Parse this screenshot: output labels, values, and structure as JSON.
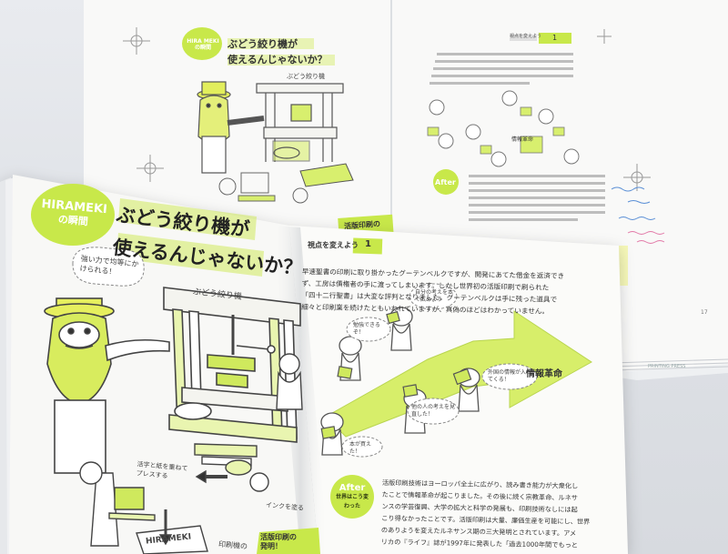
{
  "photo": {
    "description_free": true
  },
  "colors": {
    "lime": "#c8e84a",
    "lime_dark": "#9fc43a",
    "arrow_lime": "#d7ee6a",
    "ink": "#333333",
    "paper": "#f7f7f4",
    "table": "#dfe2e7"
  },
  "back_page": {
    "badge": "HIRA MEKI の瞬間",
    "title_line1": "ぶどう絞り機が",
    "title_line2": "使えるんじゃないか？",
    "machine_label": "ぶどう絞り機",
    "side_badge": "活版印刷の",
    "right_heading": "視点を変えよう",
    "right_heading_num": "1",
    "after_badge": "After",
    "revolution_label": "情報革命",
    "page_num": "17",
    "footer": "PRINTING PRESS"
  },
  "front_page_left": {
    "badge_line1": "HIRAMEKI",
    "badge_line2": "の瞬間",
    "title_line1": "ぶどう絞り機が",
    "title_line2": "使えるんじゃないか？",
    "speech_bubble": "強い力で均等にかけられる！",
    "machine_label": "ぶどう絞り機",
    "press_caption": "活字と紙を重ねてプレスする",
    "ink_caption": "インクを塗る",
    "hirameki_sign": "HIRAMEKI",
    "bottom_label": "印刷機の",
    "side_badge_line1": "活版印刷の",
    "side_badge_line2": "発明！"
  },
  "front_page_right": {
    "heading": "視点を変えよう",
    "heading_num": "1",
    "paragraph": [
      "早速聖書の印刷に取り掛かったグーテンベルクですが、開発にあてた借金を返済でき",
      "ず、工房は債権者の手に渡ってしまいます。しかし世界初の活版印刷で刷られた",
      "「四十二行聖書」は大変な評判となりました。グーテンベルクは手に残った道具で",
      "細々と印刷業を続けたともいわれていますが、真偽のほどはわかっていません。"
    ],
    "bubble_1": "自分の考えを本で広めよう",
    "bubble_2": "勉強できるぞ！",
    "bubble_3": "外国の情報が入ってくる！",
    "bubble_4": "他の人の考えを見直した！",
    "bubble_5": "本が買えた！",
    "arrow_label": "情報革命",
    "after_badge": "After",
    "after_caption": "世界はこう変わった",
    "after_paragraph": [
      "活版印刷技術はヨーロッパ全土に広がり、読み書き能力が大衆化し",
      "たことで情報革命が起こりました。その後に続く宗教革命、ルネサ",
      "ンスの学芸復興、大学の拡大と科学の発展も、印刷技術なしには起",
      "こり得なかったことです。活版印刷は大量、廉価生産を可能にし、世界",
      "のありようを変えたルネサンス期の三大発明とされています。アメ",
      "リカの『ライフ』誌が1997年に発表した「過去1000年間でもっと"
    ]
  }
}
